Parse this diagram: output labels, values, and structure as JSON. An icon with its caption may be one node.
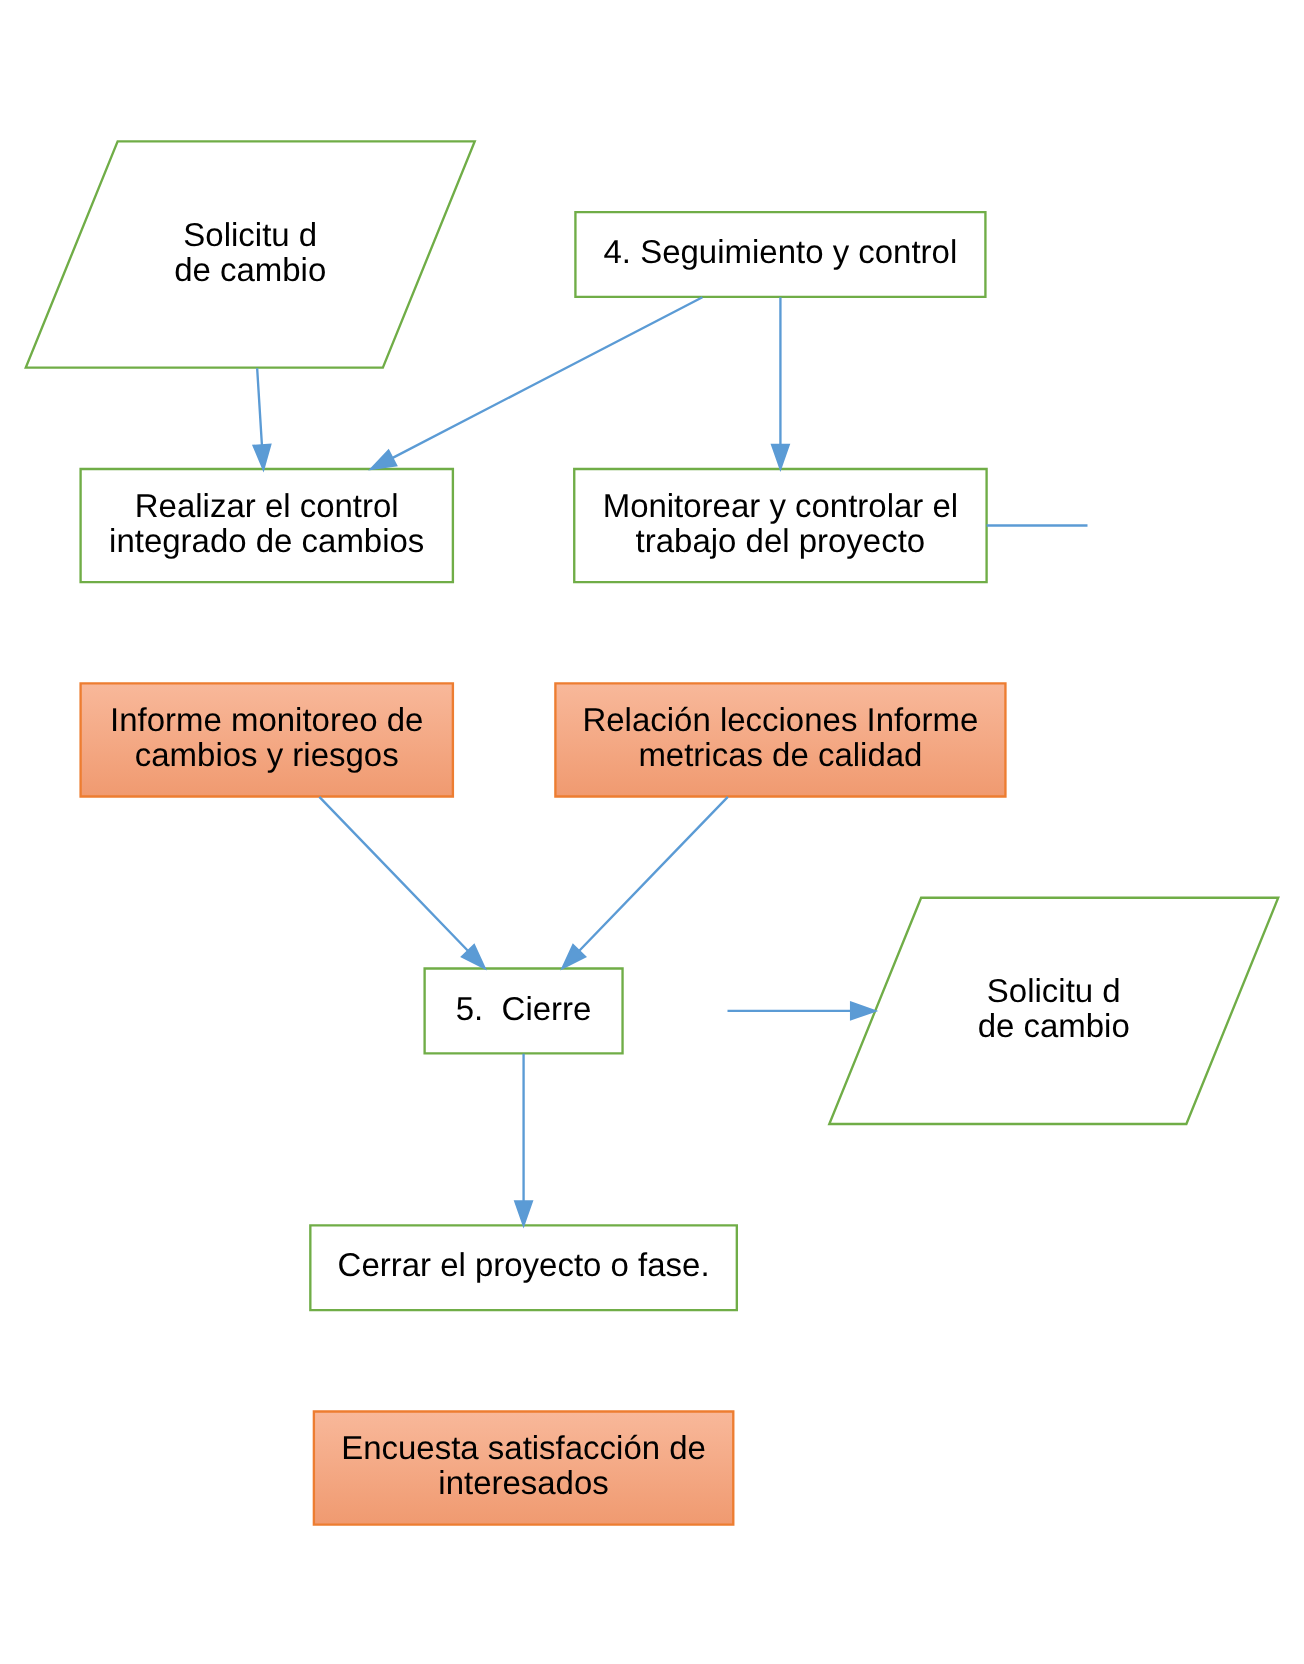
{
  "diagram": {
    "nodes": [
      {
        "text": [
          "Solicitu d de cambio"
        ]
      },
      {
        "text": [
          "4. Seguimiento y control"
        ]
      },
      {
        "text": [
          "Realizar el control integrado de cambios"
        ]
      },
      {
        "text": [
          "Informe monitoreo de cambios y riesgos"
        ]
      },
      {
        "text": [
          "Monitorear y controlar el trabajo del proyecto"
        ]
      },
      {
        "text": [
          "Relación lecciones Informe metricas de calidad"
        ]
      },
      {
        "text": [
          "Solicitu d de cambio"
        ]
      },
      {
        "text": [
          "5.  Cierre"
        ]
      },
      {
        "text": [
          "Cerrar el proyecto o fase."
        ]
      },
      {
        "text": [
          "Encuesta satisfacción de interesados"
        ]
      }
    ],
    "edges": [
      {
        "from": 1,
        "to": 2,
        "arrow": "to"
      },
      {
        "from": 1,
        "to": 4,
        "arrow": "to"
      },
      {
        "from": 0,
        "to": 2,
        "arrow": "to"
      },
      {
        "from": 4,
        "to": null,
        "arrow": "none"
      },
      {
        "from": null,
        "to": 6,
        "arrow": "to"
      },
      {
        "from": 3,
        "to": 7,
        "arrow": "to"
      },
      {
        "from": 5,
        "to": 7,
        "arrow": "to"
      },
      {
        "from": 7,
        "to": 8,
        "arrow": "to"
      }
    ]
  }
}
